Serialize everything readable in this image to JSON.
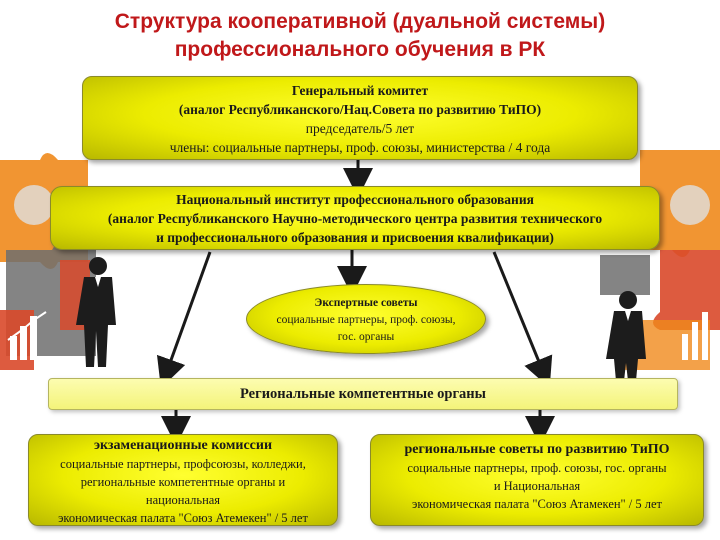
{
  "title": {
    "line1": "Структура кооперативной (дуальной системы)",
    "line2": "профессионального обучения в РК"
  },
  "general_committee": {
    "line1": "Генеральный комитет",
    "line2": "(аналог Республиканского/Нац.Совета по развитию ТиПО)",
    "line3": "председатель/5 лет",
    "line4": "члены: социальные партнеры, проф. союзы, министерства / 4 года"
  },
  "national_institute": {
    "line1": "Национальный институт профессионального образования",
    "line2": "(аналог Республиканского Научно-методического центра развития технического",
    "line3": "и профессионального образования и присвоения квалификации)"
  },
  "expert_councils": {
    "line1": "Экспертные советы",
    "line2": "социальные партнеры, проф. союзы,",
    "line3": "гос. органы"
  },
  "regional_bodies": {
    "label": "Региональные компетентные органы"
  },
  "exam_commissions": {
    "title": "экзаменационные комиссии",
    "line1": "социальные партнеры, профсоюзы, колледжи,",
    "line2": "региональные компетентные органы и",
    "line3": "национальная",
    "line4": "экономическая палата \"Союз Атемекен\" / 5 лет"
  },
  "regional_councils": {
    "title": "региональные советы по развитию ТиПО",
    "line1": "социальные партнеры, проф. союзы, гос. органы",
    "line2": "и Национальная",
    "line3": "экономическая палата \"Союз Атамекен\" / 5 лет"
  },
  "colors": {
    "title": "#c0181a",
    "box_fill": "#ecec00",
    "regional_fill": "#f7f79a",
    "arrow": "#1a1a1a",
    "puzzle_red": "#d9492a",
    "puzzle_orange": "#f08a1c",
    "puzzle_grey": "#6e6e6e"
  },
  "icons": [
    "puzzle-piece-icon",
    "businessman-icon",
    "bar-chart-icon",
    "arrow-down-icon"
  ]
}
